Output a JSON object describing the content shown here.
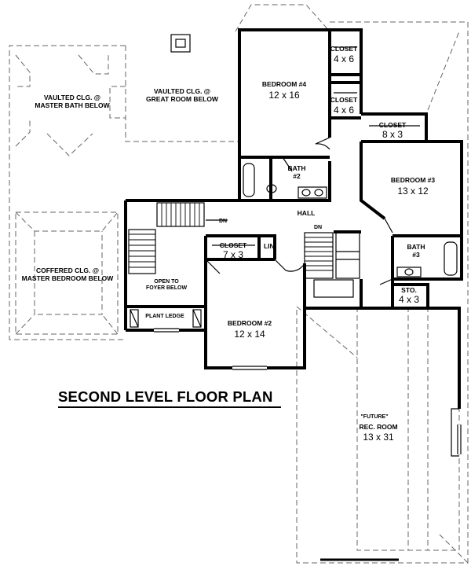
{
  "plan": {
    "title": "SECOND LEVEL FLOOR PLAN",
    "rooms": {
      "vaulted_master_bath": "VAULTED CLG. @\nMASTER BATH BELOW",
      "vaulted_great_room": "VAULTED CLG. @\nGREAT ROOM BELOW",
      "coffered_master_bedroom": "COFFERED CLG. @\nMASTER BEDROOM BELOW",
      "bedroom4_name": "BEDROOM #4",
      "bedroom4_size": "12 x 16",
      "closet_top_name": "CLOSET",
      "closet_top_size": "4 x 6",
      "closet_mid_name": "CLOSET",
      "closet_mid_size": "4 x 6",
      "closet_b3_name": "CLOSET",
      "closet_b3_size": "8 x 3",
      "bedroom3_name": "BEDROOM #3",
      "bedroom3_size": "13 x 12",
      "bath2": "BATH\n#2",
      "hall": "HALL",
      "dn_left": "DN",
      "dn_right": "DN",
      "closet_b2_name": "CLOSET",
      "closet_b2_size": "7 x 3",
      "linen": "LIN.",
      "bath3": "BATH\n#3",
      "open_to_foyer": "OPEN TO\nFOYER BELOW",
      "plant_ledge": "PLANT LEDGE",
      "bedroom2_name": "BEDROOM #2",
      "bedroom2_size": "12 x 14",
      "storage_name": "STO.",
      "storage_size": "4 x 3",
      "rec_future": "\"FUTURE\"",
      "rec_name": "REC. ROOM",
      "rec_size": "13 x 31"
    }
  }
}
